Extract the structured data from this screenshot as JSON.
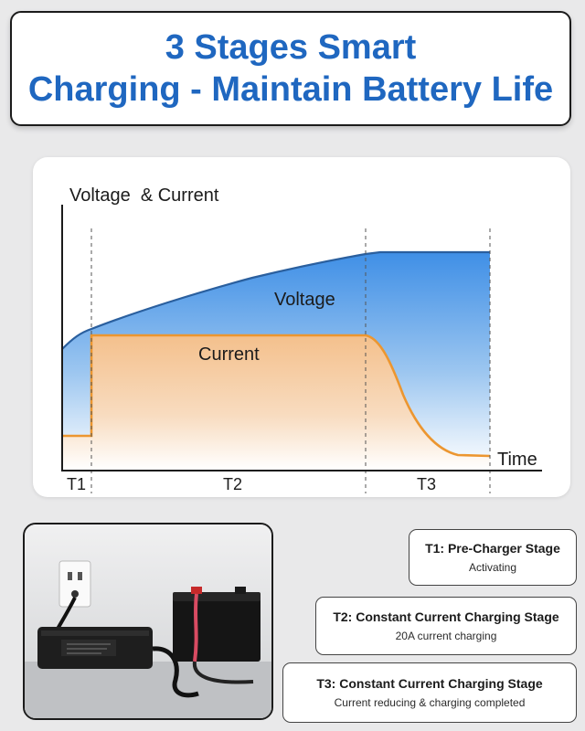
{
  "header": {
    "title_line1": "3 Stages Smart",
    "title_line2": "Charging - Maintain Battery Life"
  },
  "chart_data": {
    "type": "area",
    "ylabel": "Voltage  & Current",
    "xlabel": "Time",
    "series": [
      {
        "name": "Voltage",
        "color": "#3a8ee6"
      },
      {
        "name": "Current",
        "color": "#f0a040"
      }
    ],
    "stage_labels": [
      "T1",
      "T2",
      "T3"
    ],
    "grid": false
  },
  "stages": [
    {
      "title": "T1: Pre-Charger Stage",
      "desc": "Activating"
    },
    {
      "title": "T2: Constant Current Charging Stage",
      "desc": "20A current charging"
    },
    {
      "title": "T3: Constant Current Charging Stage",
      "desc": "Current reducing & charging completed"
    }
  ],
  "photo": {
    "alt_icon": "battery-charger-photo"
  }
}
